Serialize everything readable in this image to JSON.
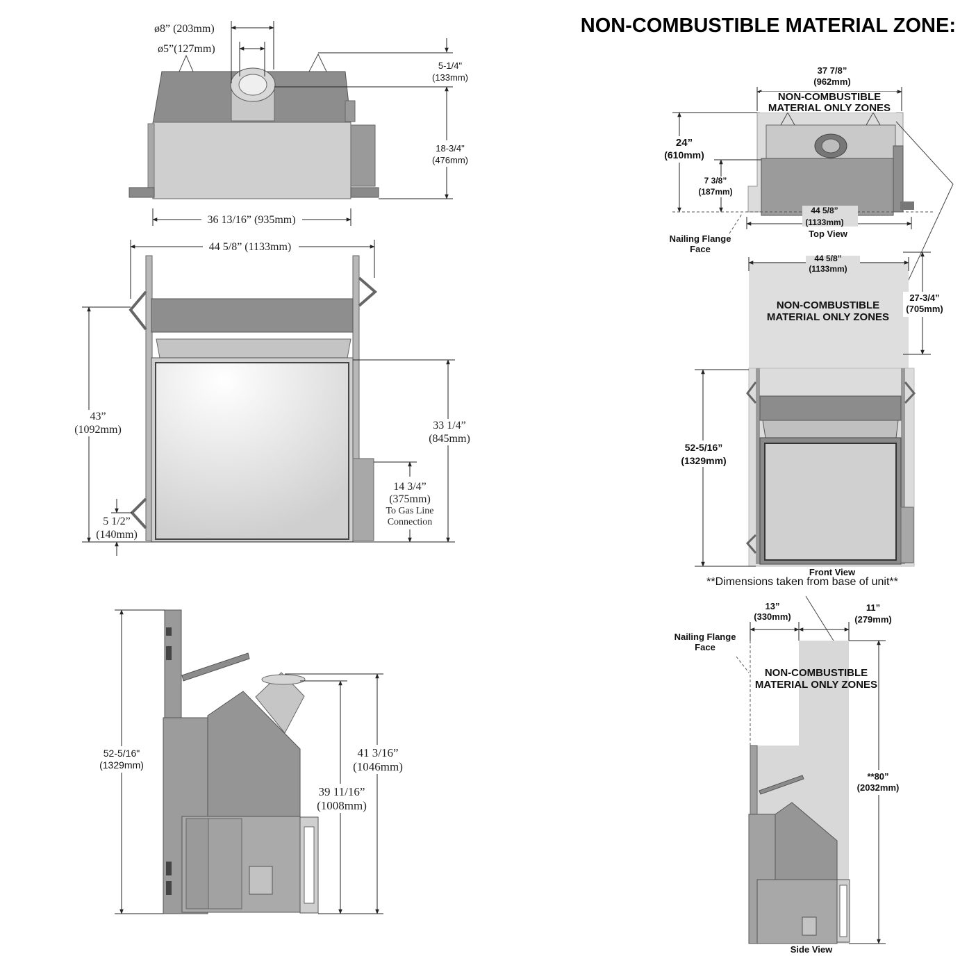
{
  "heading": "NON-COMBUSTIBLE MATERIAL ZONE:",
  "top_left": {
    "dia8": "ø8” (203mm)",
    "dia5": "ø5”(127mm)",
    "h_top_a": "5-1/4\"",
    "h_top_b": "(133mm)",
    "h_body_a": "18-3/4\"",
    "h_body_b": "(476mm)",
    "width": "36 13/16” (935mm)"
  },
  "front_left": {
    "width": "44 5/8” (1133mm)",
    "h43_a": "43”",
    "h43_b": "(1092mm)",
    "h33_a": "33 1/4”",
    "h33_b": "(845mm)",
    "gas_a": "14 3/4”",
    "gas_b": "(375mm)",
    "gas_c": "To Gas Line",
    "gas_d": "Connection",
    "h5_a": "5 1/2”",
    "h5_b": "(140mm)"
  },
  "side_left": {
    "h52_a": "52-5/16\"",
    "h52_b": "(1329mm)",
    "h41_a": "41 3/16”",
    "h41_b": "(1046mm)",
    "h39_a": "39 11/16”",
    "h39_b": "(1008mm)"
  },
  "top_right": {
    "w37_a": "37 7/8”",
    "w37_b": "(962mm)",
    "zone_a": "NON-COMBUSTIBLE",
    "zone_b": "MATERIAL ONLY ZONES",
    "h24_a": "24”",
    "h24_b": "(610mm)",
    "h7_a": "7 3/8”",
    "h7_b": "(187mm)",
    "w44_a": "44 5/8”",
    "w44_b": "(1133mm)",
    "flange_a": "Nailing Flange",
    "flange_b": "Face",
    "caption": "Top View"
  },
  "front_right": {
    "w44_a": "44 5/8”",
    "w44_b": "(1133mm)",
    "zone_a": "NON-COMBUSTIBLE",
    "zone_b": "MATERIAL ONLY ZONES",
    "h27_a": "27-3/4”",
    "h27_b": "(705mm)",
    "h52_a": "52-5/16”",
    "h52_b": "(1329mm)",
    "caption": "Front View",
    "note": "**Dimensions taken from base of unit**"
  },
  "side_right": {
    "d13_a": "13”",
    "d13_b": "(330mm)",
    "d11_a": "11”",
    "d11_b": "(279mm)",
    "flange_a": "Nailing Flange",
    "flange_b": "Face",
    "zone_a": "NON-COMBUSTIBLE",
    "zone_b": "MATERIAL ONLY ZONES",
    "h80_a": "**80”",
    "h80_b": "(2032mm)",
    "caption": "Side View"
  },
  "colors": {
    "metal_dark": "#8a8a8a",
    "metal_mid": "#b5b5b5",
    "metal_light": "#dcdcdc",
    "zone_fill": "#d8d8d8",
    "glass": "#e6e6e6"
  }
}
